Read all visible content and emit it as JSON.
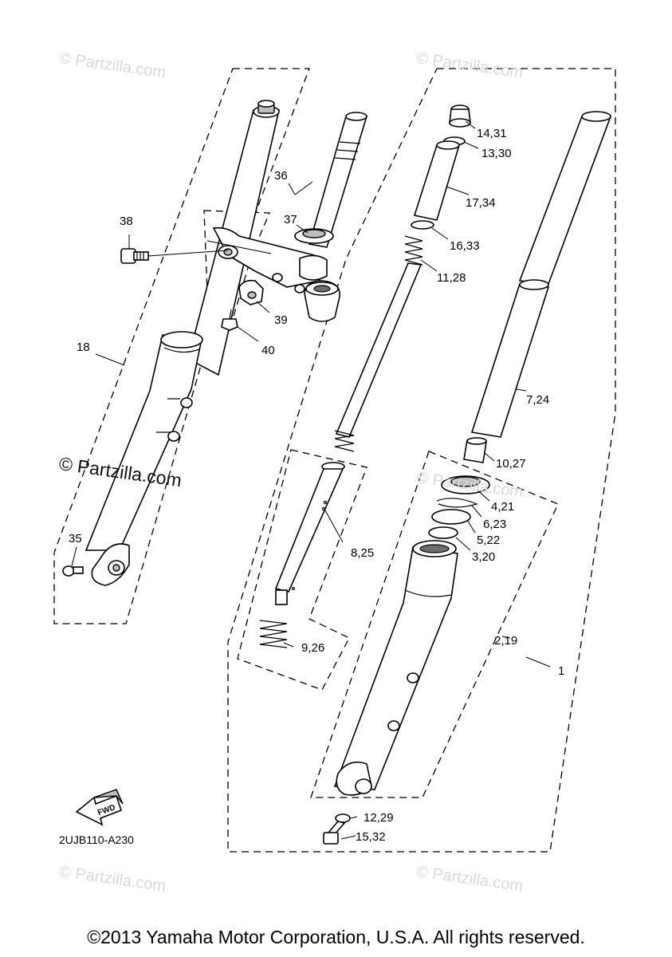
{
  "watermarks": {
    "small_text": "© Partzilla.com",
    "big_text": "© Partzilla.com"
  },
  "callouts": [
    {
      "id": "c1",
      "text": "1"
    },
    {
      "id": "c2_19",
      "text": "2,19"
    },
    {
      "id": "c3_20",
      "text": "3,20"
    },
    {
      "id": "c4_21",
      "text": "4,21"
    },
    {
      "id": "c5_22",
      "text": "5,22"
    },
    {
      "id": "c6_23",
      "text": "6,23"
    },
    {
      "id": "c7_24",
      "text": "7,24"
    },
    {
      "id": "c8_25",
      "text": "8,25"
    },
    {
      "id": "c9_26",
      "text": "9,26"
    },
    {
      "id": "c10_27",
      "text": "10,27"
    },
    {
      "id": "c11_28",
      "text": "11,28"
    },
    {
      "id": "c12_29",
      "text": "12,29"
    },
    {
      "id": "c13_30",
      "text": "13,30"
    },
    {
      "id": "c14_31",
      "text": "14,31"
    },
    {
      "id": "c15_32",
      "text": "15,32"
    },
    {
      "id": "c16_33",
      "text": "16,33"
    },
    {
      "id": "c17_34",
      "text": "17,34"
    },
    {
      "id": "c18",
      "text": "18"
    },
    {
      "id": "c35",
      "text": "35"
    },
    {
      "id": "c36",
      "text": "36"
    },
    {
      "id": "c37",
      "text": "37"
    },
    {
      "id": "c38",
      "text": "38"
    },
    {
      "id": "c39",
      "text": "39"
    },
    {
      "id": "c40",
      "text": "40"
    }
  ],
  "fwd_label": "FWD",
  "diagram_code": "2UJB110-A230",
  "copyright": "©2013 Yamaha Motor Corporation, U.S.A. All rights reserved."
}
